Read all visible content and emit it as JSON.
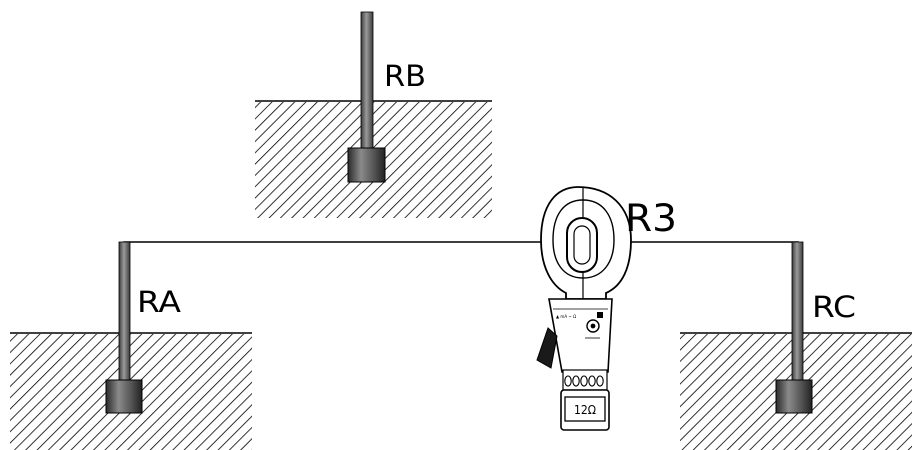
{
  "labels": {
    "rb": "RB",
    "ra": "RA",
    "rc": "RC",
    "r3": "R3"
  },
  "meter": {
    "display_reading": "12Ω"
  },
  "colors": {
    "line": "#000000",
    "ground_hatch": "#000000",
    "rod_dark": "#4a4a4a",
    "rod_light": "#a0a0a0",
    "meter_body": "#ffffff"
  }
}
